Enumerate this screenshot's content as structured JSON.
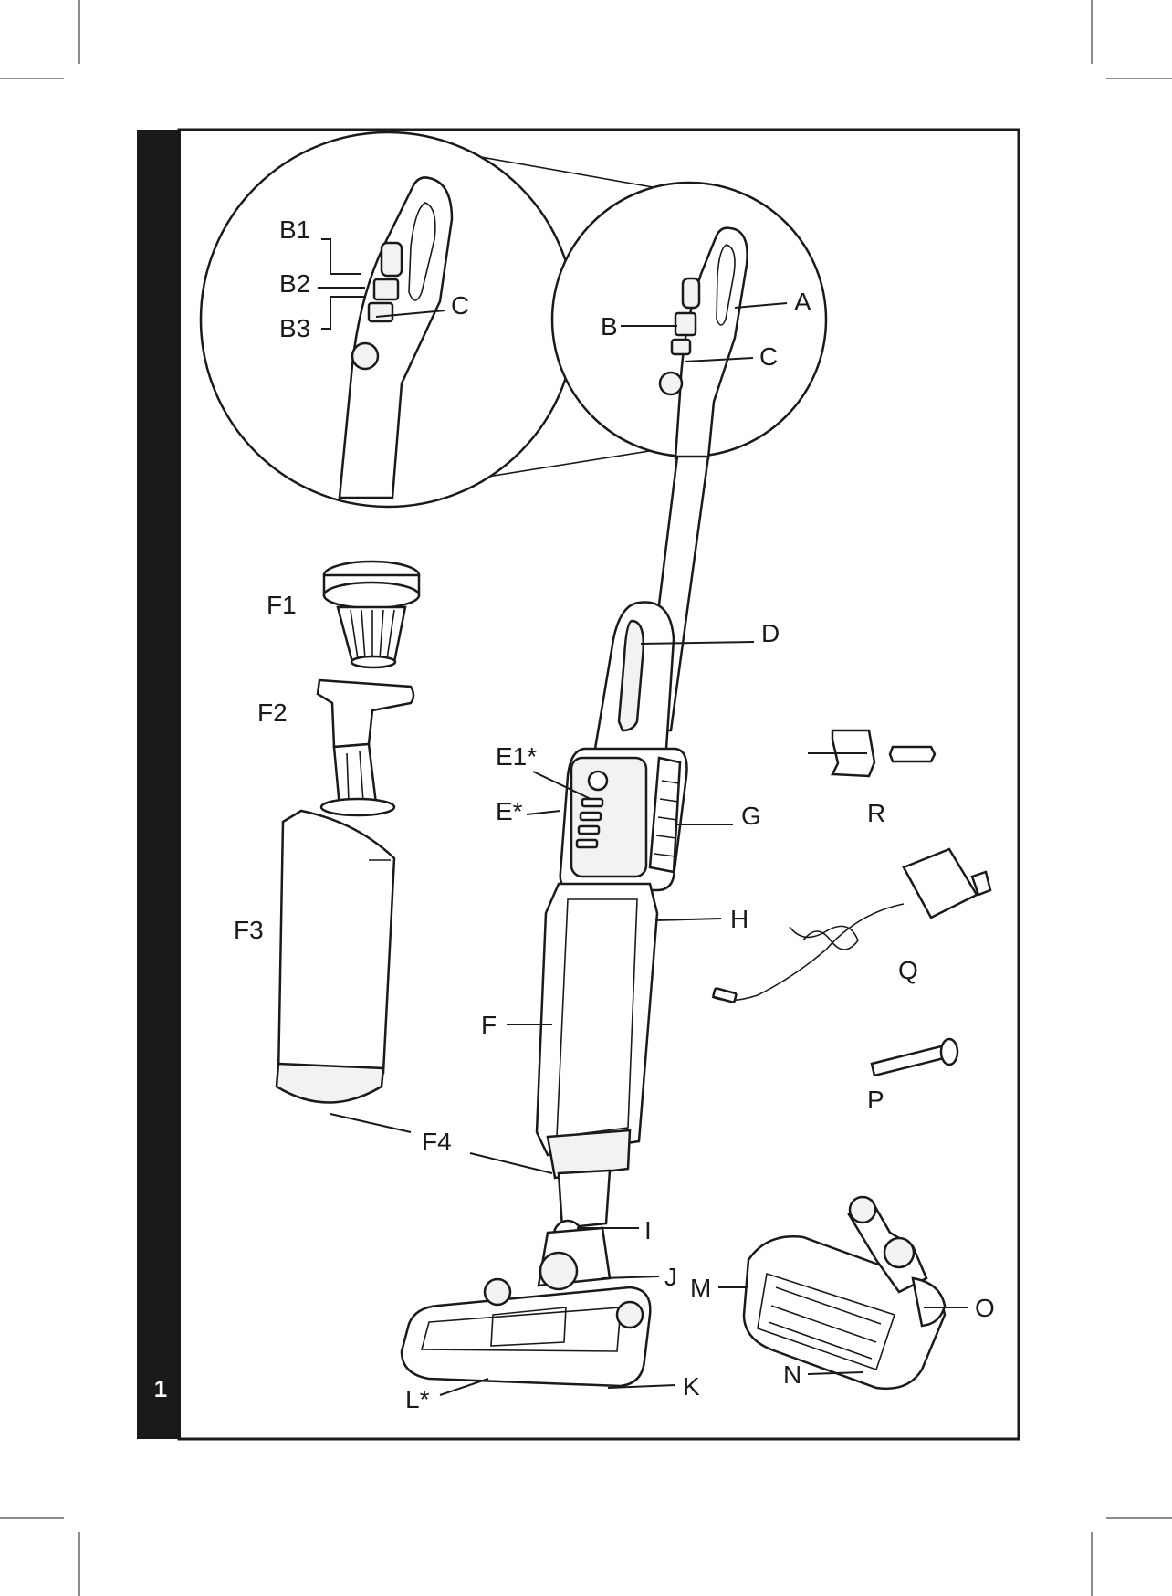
{
  "page_number": "1",
  "labels": {
    "B1": "B1",
    "B2": "B2",
    "B3": "B3",
    "C_zoom": "C",
    "A": "A",
    "B": "B",
    "C": "C",
    "F1": "F1",
    "F2": "F2",
    "F3": "F3",
    "F4": "F4",
    "D": "D",
    "E1": "E1*",
    "E": "E*",
    "G": "G",
    "H": "H",
    "F": "F",
    "R": "R",
    "Q": "Q",
    "P": "P",
    "I": "I",
    "J": "J",
    "M": "M",
    "O": "O",
    "N": "N",
    "K": "K",
    "L": "L*"
  }
}
